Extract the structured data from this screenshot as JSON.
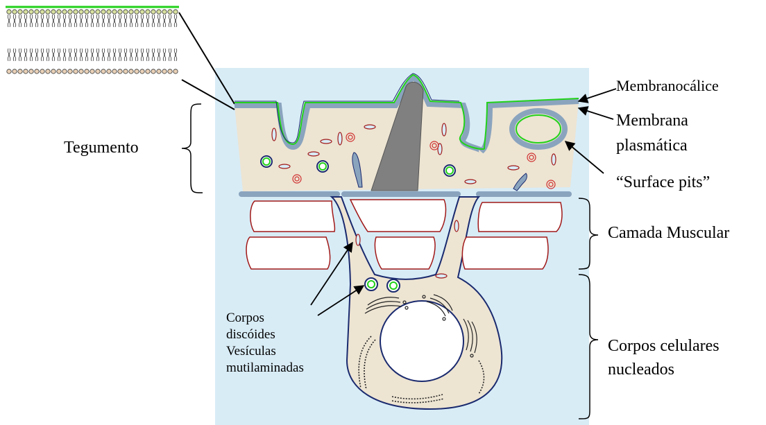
{
  "colors": {
    "background": "#d8ecf6",
    "tegument": "#ede4d2",
    "membrane": "#8aa4be",
    "outline": "#1a2a6e",
    "glycocalyx": "#22d11a",
    "muscle_outline": "#a01818",
    "spine": "#808080",
    "lipid_upper": "#d8e0a0",
    "lipid_lower": "#ead2b8"
  },
  "labels": {
    "membranocalice": "Membranocálice",
    "membrana_line1": "Membrana",
    "membrana_line2": "plasmática",
    "surface_pits": "“Surface pits”",
    "tegumento": "Tegumento",
    "camada_muscular": "Camada Muscular",
    "corpos_celulares_line1": "Corpos celulares",
    "corpos_celulares_line2": "nucleados",
    "corpos_discoides_line1": "Corpos",
    "corpos_discoides_line2": "discóides",
    "vesiculas_line1": "Vesículas",
    "vesiculas_line2": "mutilaminadas"
  },
  "icons": {
    "lipid_bilayer": "lipid-bilayer-icon",
    "spine": "tegument-spine-icon",
    "discoid_body": "discoid-body-icon",
    "multilaminate_vesicle": "multilaminate-vesicle-icon",
    "golgi": "golgi-icon",
    "rough_er": "rough-er-icon",
    "nucleus": "nucleus-icon"
  }
}
